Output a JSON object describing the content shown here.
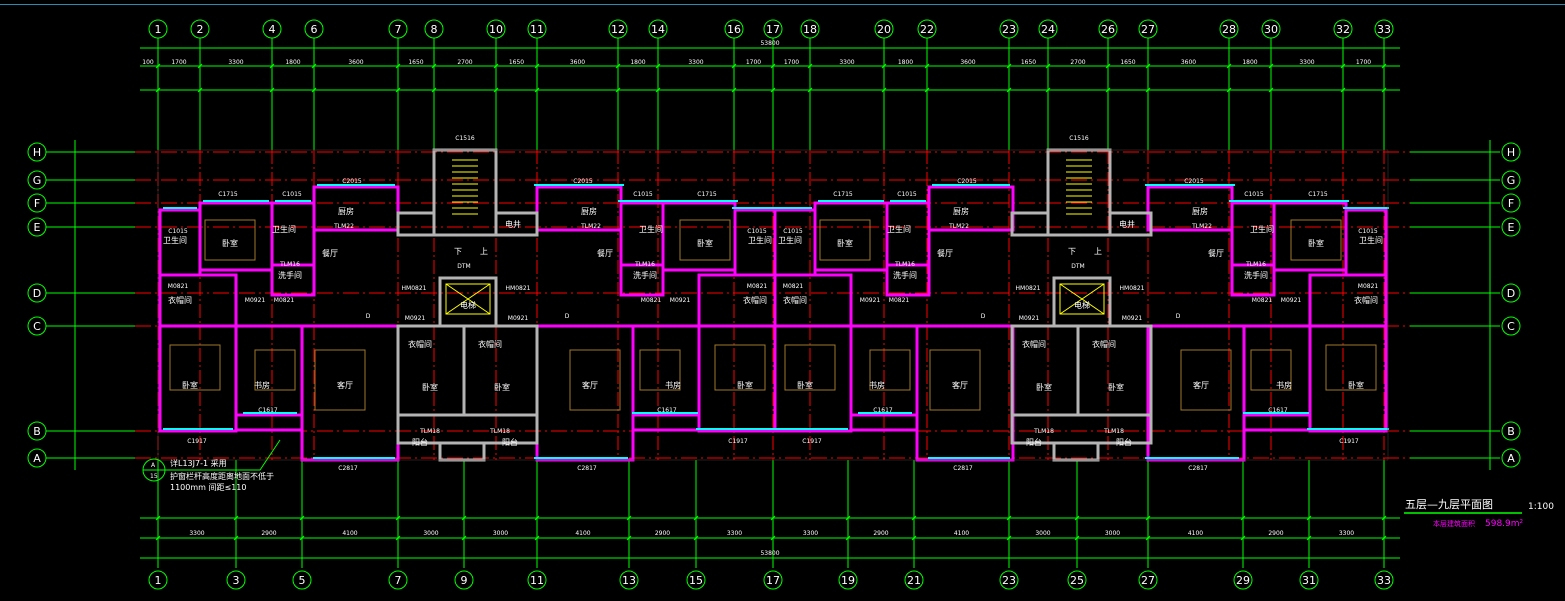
{
  "drawing": {
    "title": "五层—九层平面图",
    "scale": "1:100",
    "area_label": "本层建筑面积",
    "area_value": "598.9m²",
    "total_dimension": "53800",
    "note_ref_top": "A",
    "note_ref_bottom": "15",
    "note_line1": "详L13J7-1    采用",
    "note_line2": "护窗栏杆高度距离地面不低于",
    "note_line3": "1100mm    间距≤110"
  },
  "axis": {
    "top": [
      "1",
      "2",
      "4",
      "6",
      "7",
      "8",
      "10",
      "11",
      "12",
      "14",
      "16",
      "17",
      "18",
      "20",
      "22",
      "23",
      "24",
      "26",
      "27",
      "28",
      "30",
      "32",
      "33"
    ],
    "bottom": [
      "1",
      "3",
      "5",
      "7",
      "9",
      "11",
      "13",
      "15",
      "17",
      "19",
      "21",
      "23",
      "25",
      "27",
      "29",
      "31",
      "33"
    ],
    "rows": [
      "H",
      "G",
      "F",
      "E",
      "D",
      "C",
      "B",
      "A"
    ]
  },
  "dimensions": {
    "top_segments": [
      "1700",
      "3300",
      "1800",
      "3600",
      "1650",
      "2700",
      "1650",
      "3600",
      "1800",
      "3300",
      "1700",
      "1700",
      "3300",
      "1800",
      "3600",
      "1650",
      "2700",
      "1650",
      "3600",
      "1800",
      "3300",
      "1700"
    ],
    "bottom_segments": [
      "3300",
      "2900",
      "4100",
      "3000",
      "3000",
      "4100",
      "2900",
      "3300",
      "3300",
      "2900",
      "4100",
      "3000",
      "3000",
      "4100",
      "2900",
      "3300"
    ],
    "edge": "100"
  },
  "rooms": {
    "bedroom": "卧室",
    "bathroom": "卫生间",
    "kitchen": "厨房",
    "dining": "餐厅",
    "washroom": "洗手间",
    "closet": "衣帽间",
    "study": "书房",
    "living": "客厅",
    "balcony": "阳台",
    "elevator": "电梯",
    "stair_down": "下",
    "stair_up": "上",
    "shaft": "电井"
  },
  "tags": {
    "window_1715": "C1715",
    "window_1015": "C1015",
    "window_2015": "C2015",
    "window_1516": "C1516",
    "window_1617": "C1617",
    "window_1917": "C1917",
    "window_2817": "C2817",
    "door_tlm22": "TLM22",
    "door_tlm16": "TLM16",
    "door_tlm18": "TLM18",
    "door_m0821": "M0821",
    "door_m0921": "M0921",
    "door_hm0821": "HM0821",
    "door_dtm": "DTM",
    "section_d": "D"
  },
  "colors": {
    "background": "#000000",
    "axis_line": "#00ff00",
    "grid_line": "#ff0000",
    "wall": "#ff00ff",
    "wall_core": "#b4b4b4",
    "window": "#00ffff",
    "furniture": "#a07828",
    "text": "#ffffff",
    "annotation": "#ff00ff",
    "stair": "#ffff00"
  }
}
